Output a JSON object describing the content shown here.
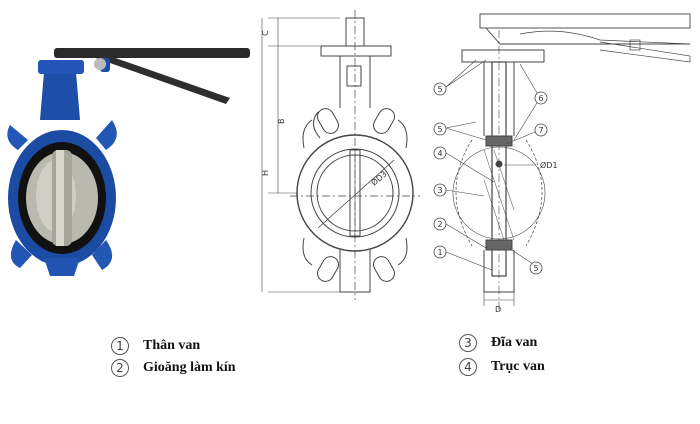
{
  "legend": [
    {
      "num": "1",
      "label": "Thân van"
    },
    {
      "num": "2",
      "label": "Gioăng làm kín"
    },
    {
      "num": "3",
      "label": "Đĩa van"
    },
    {
      "num": "4",
      "label": "Trục van"
    }
  ],
  "front_view": {
    "dim_c": "C",
    "dim_b": "B",
    "dim_h": "H",
    "dia_d3": "ØD3"
  },
  "side_view": {
    "dia_d1": "ØD1",
    "dim_d": "D",
    "callouts": [
      "5",
      "6",
      "5",
      "7",
      "4",
      "3",
      "2",
      "1",
      "5"
    ]
  },
  "colors": {
    "valve_body": "#1e4fa8",
    "handle": "#2a2a2a",
    "disc": "#b9b9b0",
    "line": "#444444"
  }
}
